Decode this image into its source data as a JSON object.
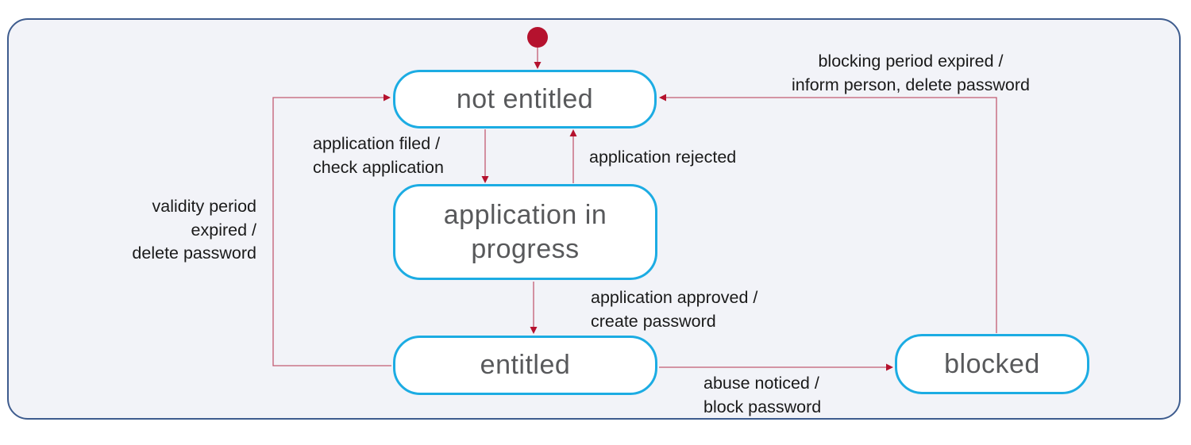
{
  "colors": {
    "state_border": "#1CACE3",
    "state_fill": "#FFFFFF",
    "state_text": "#58595B",
    "container_border": "#3E5C8E",
    "container_background": "#F2F3F8",
    "label_text": "#1A1A1A",
    "transition_line": "#C25B72",
    "arrowhead": "#B5122E",
    "initial_state_dot": "#B5122E"
  },
  "states": {
    "not_entitled": {
      "label": "not entitled"
    },
    "application_in_progress": {
      "label": "application in progress"
    },
    "entitled": {
      "label": "entitled"
    },
    "blocked": {
      "label": "blocked"
    }
  },
  "transitions": {
    "filed": {
      "from": "not entitled",
      "to": "application in progress",
      "label": "application filed /\ncheck application"
    },
    "rejected": {
      "from": "application in progress",
      "to": "not entitled",
      "label": "application rejected"
    },
    "approved": {
      "from": "application in progress",
      "to": "entitled",
      "label": "application approved /\ncreate password"
    },
    "abuse": {
      "from": "entitled",
      "to": "blocked",
      "label": "abuse noticed /\nblock password"
    },
    "blocking_expired": {
      "from": "blocked",
      "to": "not entitled",
      "label": "blocking period expired /\ninform person, delete password"
    },
    "validity_expired": {
      "from": "entitled",
      "to": "not entitled",
      "label": "validity period\nexpired /\ndelete password"
    }
  }
}
